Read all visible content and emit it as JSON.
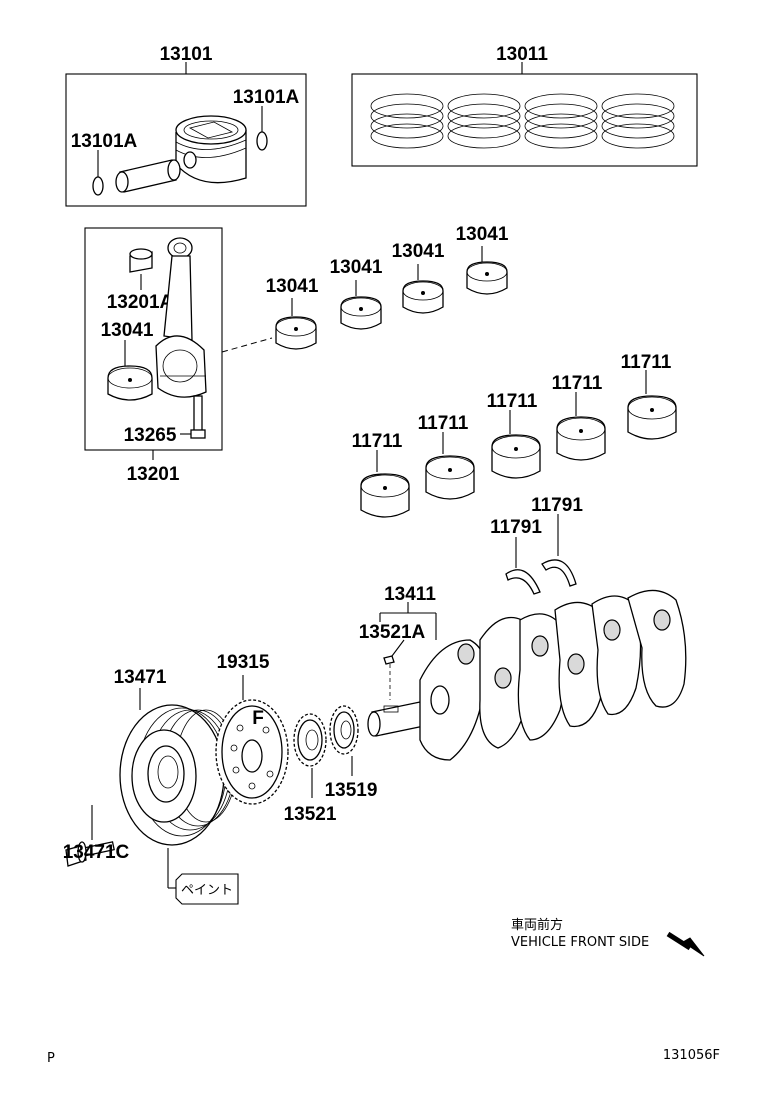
{
  "labels": {
    "piston": "13101",
    "rings": "13011",
    "pin_clip_right": "13101A",
    "pin_clip_left": "13101A",
    "conrod_bushing": "13201A",
    "conrod_bearing_box": "13041",
    "conrod_bolt": "13265",
    "conrod_assembly": "13201",
    "bearing_1": "13041",
    "bearing_2": "13041",
    "bearing_3": "13041",
    "bearing_4": "13041",
    "main_bearing_1": "11711",
    "main_bearing_2": "11711",
    "main_bearing_3": "11711",
    "main_bearing_4": "11711",
    "main_bearing_5": "11711",
    "thrust_washer_1": "11791",
    "thrust_washer_2": "11791",
    "crankshaft": "13411",
    "key": "13521A",
    "pulley": "13471",
    "pulley_bolt": "13471C",
    "timing_plate": "19315",
    "crank_sprocket": "13521",
    "crank_gear": "13519"
  },
  "paint_tag": "ペイント",
  "plate_mark": "F",
  "front_note_jp": "車両前方",
  "front_note_en": "VEHICLE FRONT SIDE",
  "corner_left": "P",
  "diagram_id": "131056F"
}
